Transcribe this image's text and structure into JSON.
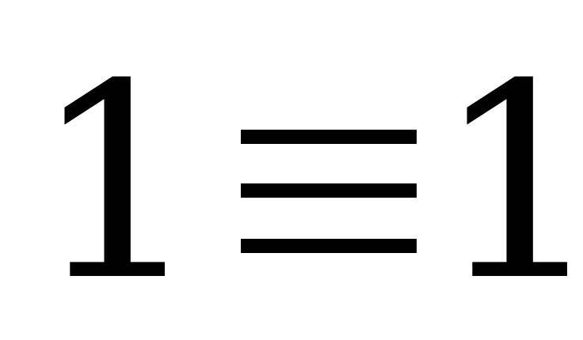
{
  "expression": {
    "left": "1",
    "operator": "≡",
    "right": "1",
    "text": "1 ≡1"
  }
}
